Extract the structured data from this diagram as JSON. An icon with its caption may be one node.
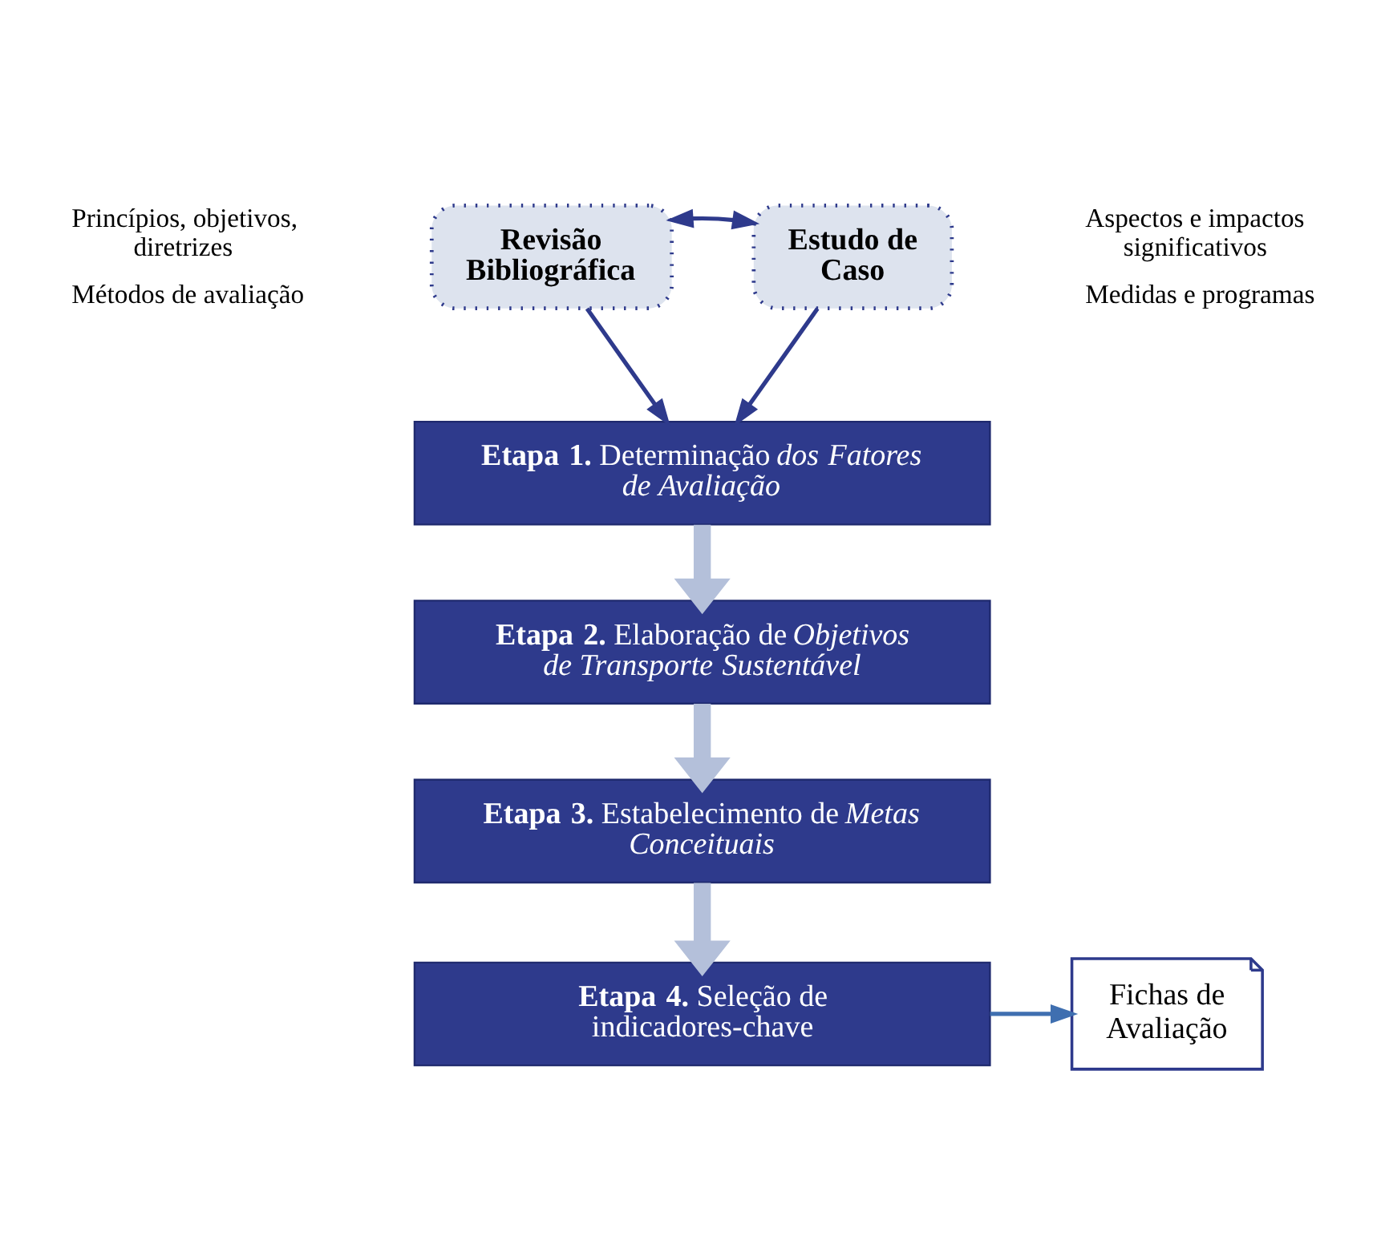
{
  "diagram": {
    "nodes": [
      {
        "text": [
          "Revisão Bibliográfica"
        ],
        "beside": [
          "Princípios, objetivos, diretrizes",
          "Métodos de avaliação"
        ]
      },
      {
        "text": [
          "Estudo de Caso"
        ],
        "beside": [
          "Aspectos e impactos significativos",
          "Medidas e programas"
        ]
      },
      {
        "text": [
          "**Etapa 1.** Determinação *dos Fatores de Avaliação*"
        ]
      },
      {
        "text": [
          "**Etapa 2.** Elaboração de *Objetivos de Transporte Sustentável*"
        ]
      },
      {
        "text": [
          "**Etapa 3.** Estabelecimento de *Metas Conceituais*"
        ]
      },
      {
        "text": [
          "**Etapa 4.** Seleção de indicadores-chave"
        ]
      },
      {
        "text": [
          "Fichas de Avaliação"
        ]
      }
    ],
    "edges": [
      {
        "from": 0,
        "to": 1,
        "arrow": "both"
      },
      {
        "from": 0,
        "to": 2,
        "arrow": "to"
      },
      {
        "from": 1,
        "to": 2,
        "arrow": "to"
      },
      {
        "from": 2,
        "to": 3,
        "arrow": "to",
        "style": "thick",
        "color": "#b4c0da"
      },
      {
        "from": 3,
        "to": 4,
        "arrow": "to",
        "style": "thick",
        "color": "#b4c0da"
      },
      {
        "from": 4,
        "to": 5,
        "arrow": "to",
        "style": "thick",
        "color": "#b4c0da"
      },
      {
        "from": 5,
        "to": 6,
        "arrow": "to",
        "color": "#3f6fb0"
      }
    ]
  }
}
